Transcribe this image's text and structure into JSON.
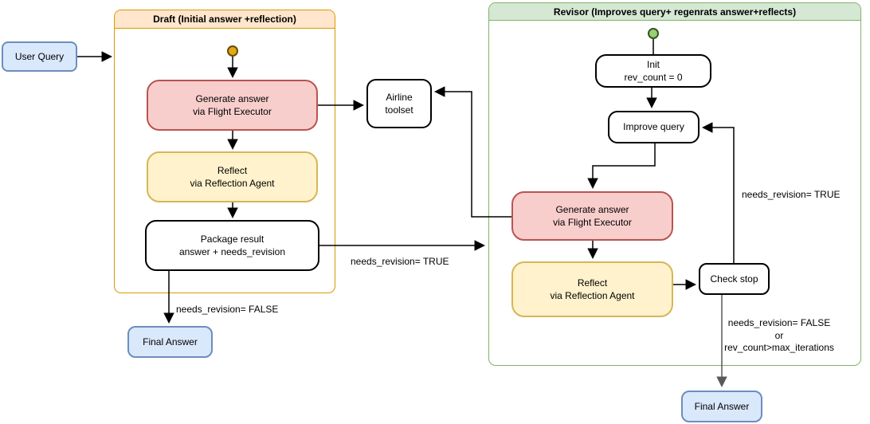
{
  "groups": {
    "draft": {
      "title": "Draft (Initial answer +reflection)"
    },
    "revisor": {
      "title": "Revisor (Improves query+ regenrats answer+reflects)"
    }
  },
  "nodes": {
    "user_query": {
      "label": "User Query"
    },
    "draft_generate": {
      "label": "Generate answer\nvia Flight Executor"
    },
    "draft_reflect": {
      "label": "Reflect\nvia Reflection Agent"
    },
    "draft_package": {
      "label": "Package result\nanswer + needs_revision"
    },
    "airline_toolset": {
      "label": "Airline\ntoolset"
    },
    "draft_final_answer": {
      "label": "Final Answer"
    },
    "revisor_init": {
      "label": "Init\nrev_count = 0"
    },
    "improve_query": {
      "label": "Improve query"
    },
    "revisor_generate": {
      "label": "Generate answer\nvia Flight Executor"
    },
    "revisor_reflect": {
      "label": "Reflect\nvia Reflection Agent"
    },
    "check_stop": {
      "label": "Check stop"
    },
    "revisor_final_answer": {
      "label": "Final Answer"
    }
  },
  "edge_labels": {
    "draft_needs_revision_true": "needs_revision= TRUE",
    "draft_needs_revision_false": "needs_revision= FALSE",
    "revisor_needs_revision_true": "needs_revision= TRUE",
    "revisor_stop_condition": "needs_revision= FALSE\nor\nrev_count>max_iterations"
  },
  "colors": {
    "blue_fill": "#dae8fc",
    "blue_stroke": "#6c8ebf",
    "red_fill": "#f8cecc",
    "red_stroke": "#b85450",
    "yellow_fill": "#fff2cc",
    "yellow_stroke": "#d6b656",
    "orange_fill": "#ffe6cc",
    "orange_stroke": "#d79b00",
    "green_fill": "#d5e8d4",
    "green_stroke": "#82b366",
    "start_orange": "#e3a817",
    "start_green": "#97d077",
    "edge": "#000000",
    "edge_gray": "#595959",
    "background": "#ffffff"
  }
}
